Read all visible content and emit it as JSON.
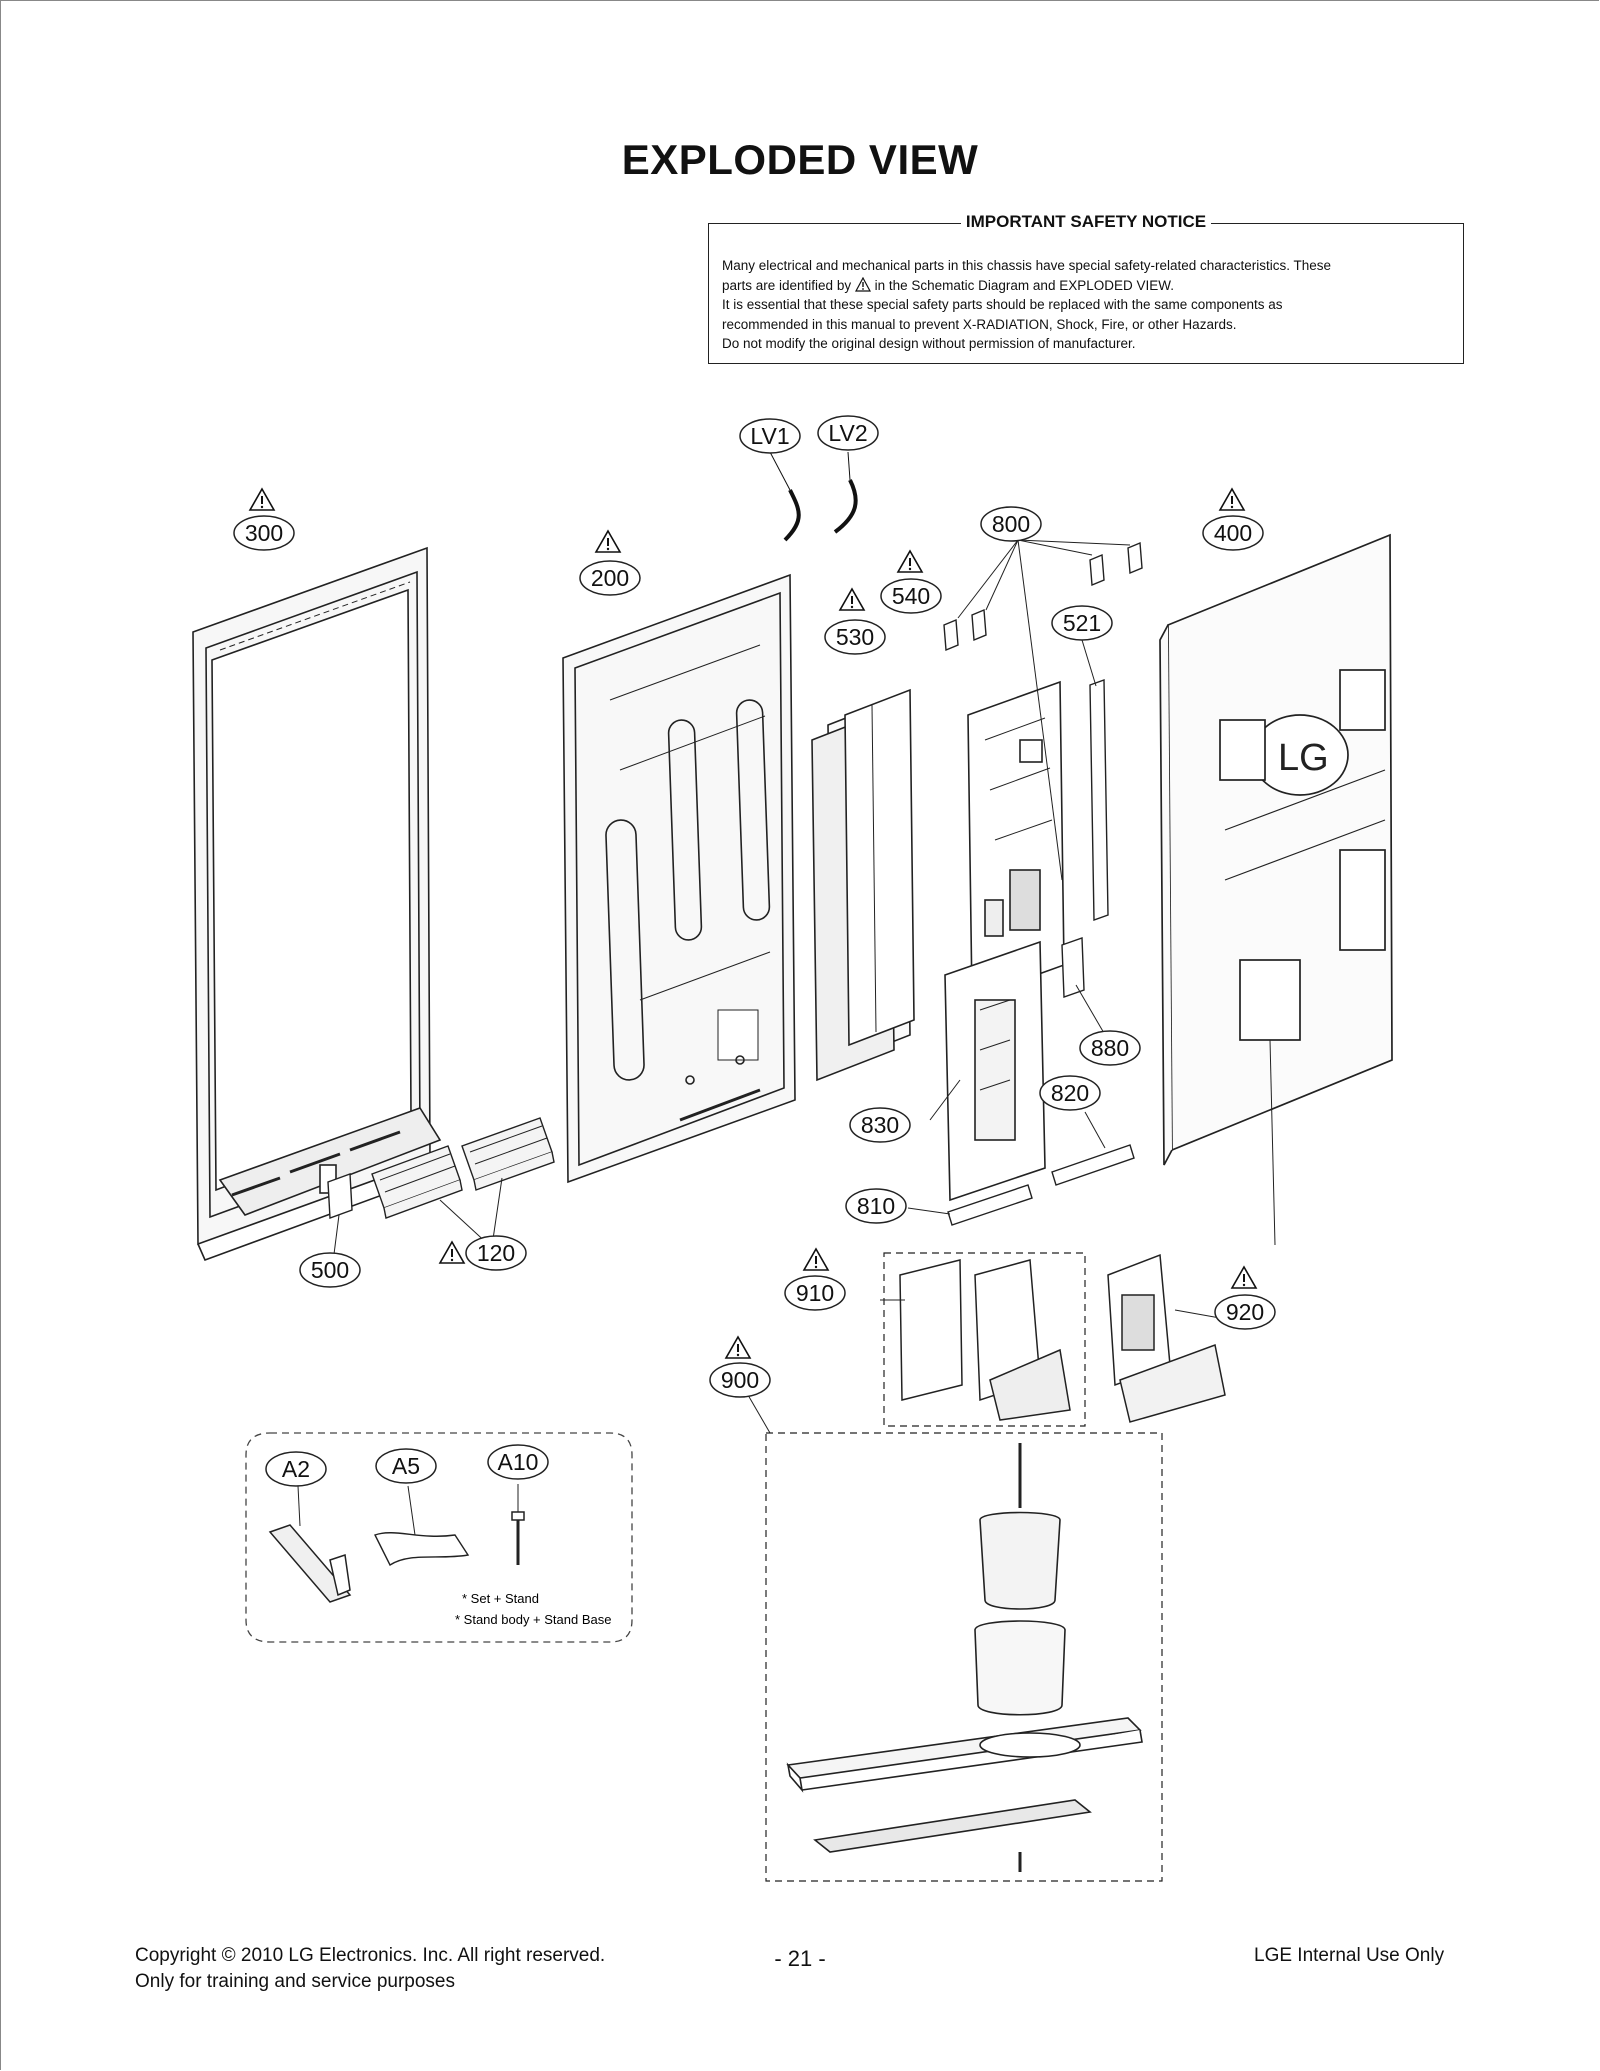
{
  "title": "EXPLODED VIEW",
  "notice": {
    "heading": "IMPORTANT SAFETY NOTICE",
    "line1": "Many electrical and mechanical parts in this chassis have special safety-related characteristics. These",
    "line2_a": "parts are identified by",
    "line2_b": "in the Schematic Diagram and EXPLODED VIEW.",
    "line3": "It is essential that these special safety parts should be replaced with the same components as",
    "line4": "recommended in this manual to prevent X-RADIATION, Shock, Fire, or other Hazards.",
    "line5": "Do not modify the original design without permission of manufacturer."
  },
  "callouts": {
    "lv1": "LV1",
    "lv2": "LV2",
    "p300": "300",
    "p200": "200",
    "p540": "540",
    "p530": "530",
    "p800": "800",
    "p400": "400",
    "p521": "521",
    "p880": "880",
    "p820": "820",
    "p830": "830",
    "p810": "810",
    "p500": "500",
    "p120": "120",
    "p910": "910",
    "p920": "920",
    "p900": "900",
    "a2": "A2",
    "a5": "A5",
    "a10": "A10"
  },
  "accessory_notes": {
    "note1": "* Set + Stand",
    "note2": "* Stand body + Stand Base"
  },
  "footer": {
    "copyright": "Copyright  © 2010 LG Electronics. Inc. All right reserved.",
    "purpose": "Only for training and service purposes",
    "page": "- 21 -",
    "internal": "LGE Internal Use Only"
  }
}
